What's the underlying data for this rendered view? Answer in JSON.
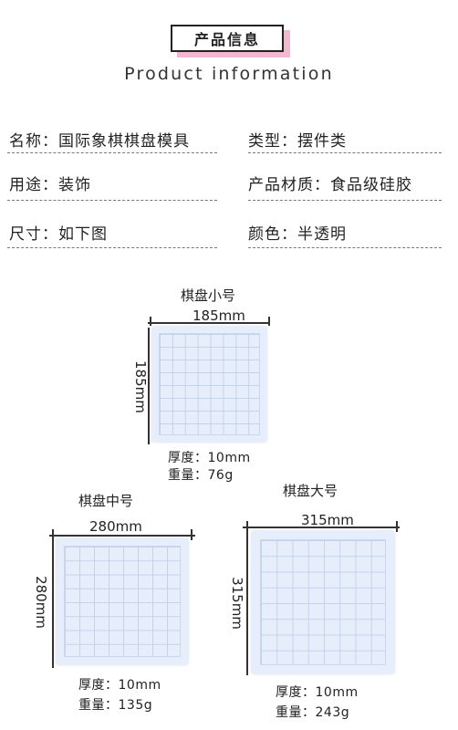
{
  "header": {
    "title": "产品信息",
    "subtitle": "Product information"
  },
  "info": {
    "name": "名称：国际象棋棋盘模具",
    "type": "类型：摆件类",
    "usage": "用途：装饰",
    "material": "产品材质：食品级硅胶",
    "size": "尺寸：如下图",
    "color": "颜色：半透明"
  },
  "boards": {
    "small": {
      "label": "棋盘小号",
      "width": "185mm",
      "height": "185mm",
      "thickness": "厚度：10mm",
      "weight": "重量：76g"
    },
    "medium": {
      "label": "棋盘中号",
      "width": "280mm",
      "height": "280mm",
      "thickness": "厚度：10mm",
      "weight": "重量：135g"
    },
    "large": {
      "label": "棋盘大号",
      "width": "315mm",
      "height": "315mm",
      "thickness": "厚度：10mm",
      "weight": "重量：243g"
    }
  },
  "colors": {
    "accent": "#f2b8cf",
    "board": "#e6eefb"
  }
}
